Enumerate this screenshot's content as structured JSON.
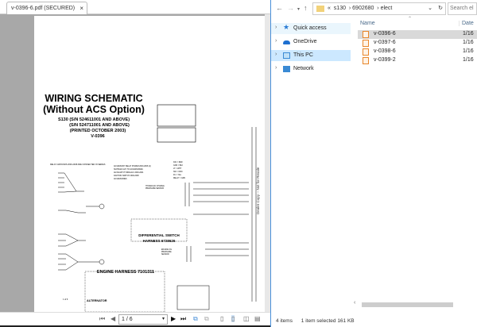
{
  "pdf_viewer": {
    "tab_title": "v-0396-6.pdf (SECURED)",
    "page_indicator": "1 / 6",
    "document": {
      "title_line1": "WIRING SCHEMATIC",
      "title_line2": "(Without ACS Option)",
      "model_line1": "S130 (S/N 524611001 AND ABOVE)",
      "model_line2": "(S/N 524711001 AND ABOVE)",
      "printed": "(PRINTED OCTOBER 2003)",
      "doc_code": "V-0396",
      "relay_note": "RELAY GROUNDS 2000-2008 ARE CONNECTED IN SERIES",
      "differential_switch": "DIFFERENTIAL  SWITCH",
      "differential_harness": "HARNESS 6728626",
      "engine_harness": "ENGINE HARNESS 7101311",
      "alternator": "ALTERNATOR",
      "page_footer": "1 of 6",
      "watermark": "Dealer Copy -- Not for Resale"
    }
  },
  "explorer": {
    "breadcrumb": [
      "«",
      "s130",
      "6902680",
      "elect"
    ],
    "search_placeholder": "Search el",
    "nav_items": [
      {
        "label": "Quick access",
        "icon": "star-icon"
      },
      {
        "label": "OneDrive",
        "icon": "cloud-icon"
      },
      {
        "label": "This PC",
        "icon": "computer-icon",
        "selected": true
      },
      {
        "label": "Network",
        "icon": "network-icon"
      }
    ],
    "columns": {
      "name": "Name",
      "date": "Date"
    },
    "files": [
      {
        "name": "v-0396-6",
        "date": "1/16",
        "selected": true
      },
      {
        "name": "v-0397-6",
        "date": "1/16"
      },
      {
        "name": "v-0398-6",
        "date": "1/16"
      },
      {
        "name": "v-0399-2",
        "date": "1/16"
      }
    ],
    "status": {
      "count": "4 items",
      "selection": "1 item selected  161 KB"
    },
    "colors": {
      "selection": "#cce8ff",
      "accent": "#4a90d9",
      "pdf_icon": "#e8862a"
    }
  }
}
